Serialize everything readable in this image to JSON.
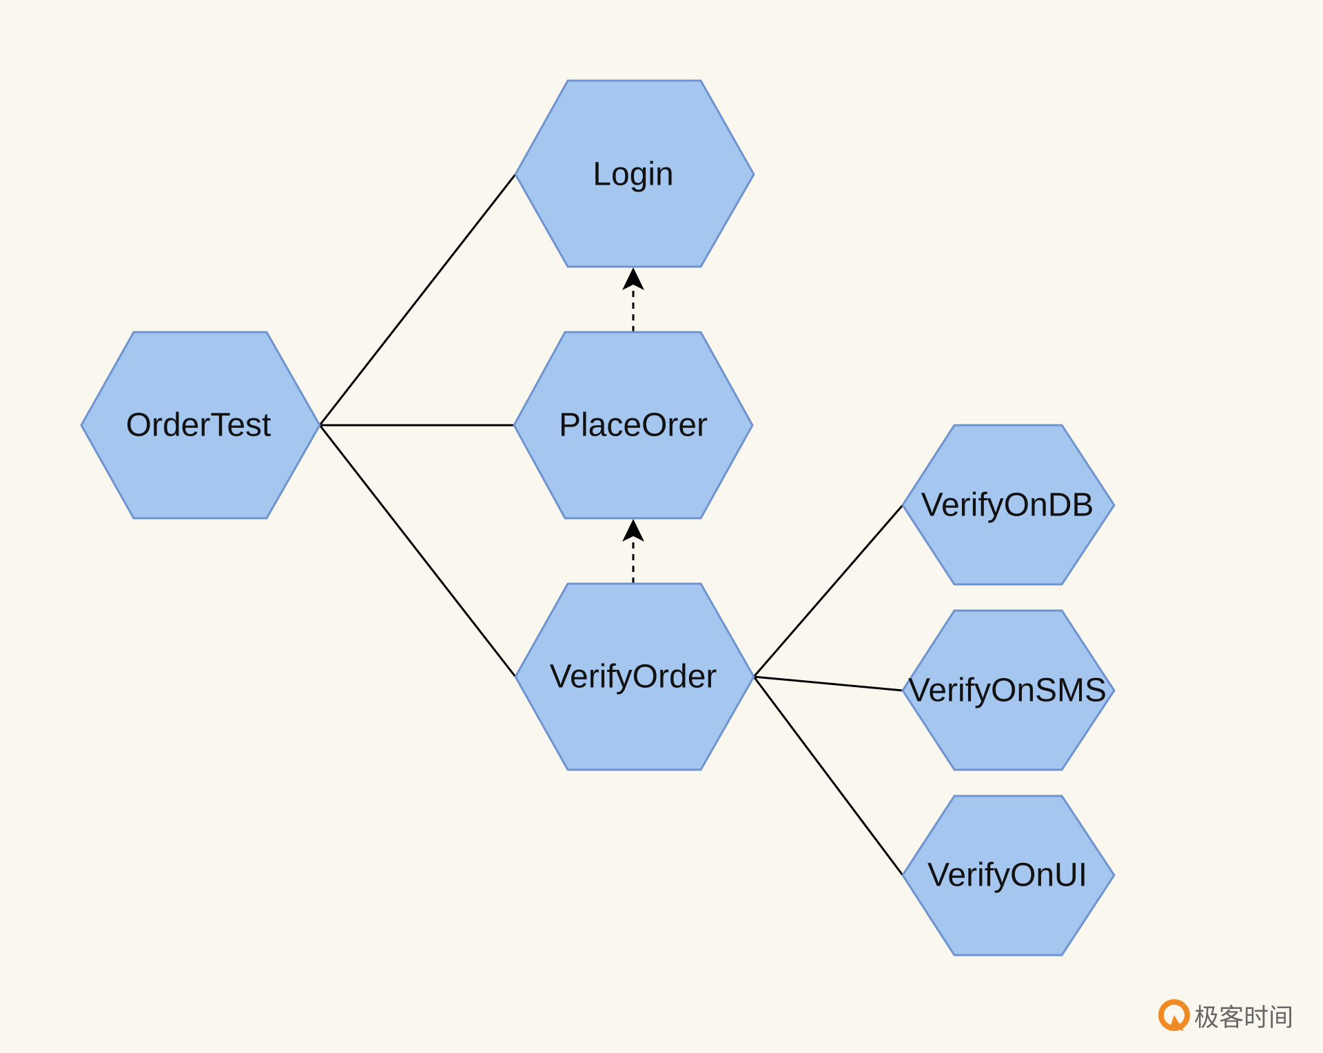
{
  "colors": {
    "background": "#faf8ee",
    "node_fill": "#a5c6ee",
    "node_stroke": "#6f93cf",
    "edge": "#000000",
    "brand_accent": "#f08a24"
  },
  "nodes": {
    "ordertest": "OrderTest",
    "login": "Login",
    "placeorder": "PlaceOrer",
    "verifyorder": "VerifyOrder",
    "verifyondb": "VerifyOnDB",
    "verifyonsms": "VerifyOnSMS",
    "verifyonui": "VerifyOnUI"
  },
  "edges": [
    {
      "from": "OrderTest",
      "to": "Login",
      "style": "solid"
    },
    {
      "from": "OrderTest",
      "to": "PlaceOrer",
      "style": "solid"
    },
    {
      "from": "OrderTest",
      "to": "VerifyOrder",
      "style": "solid"
    },
    {
      "from": "VerifyOrder",
      "to": "VerifyOnDB",
      "style": "solid"
    },
    {
      "from": "VerifyOrder",
      "to": "VerifyOnSMS",
      "style": "solid"
    },
    {
      "from": "VerifyOrder",
      "to": "VerifyOnUI",
      "style": "solid"
    },
    {
      "from": "PlaceOrer",
      "to": "Login",
      "style": "dashed-arrow"
    },
    {
      "from": "VerifyOrder",
      "to": "PlaceOrer",
      "style": "dashed-arrow"
    }
  ],
  "brand": {
    "text": "极客时间",
    "icon": "geektime-logo-icon"
  }
}
